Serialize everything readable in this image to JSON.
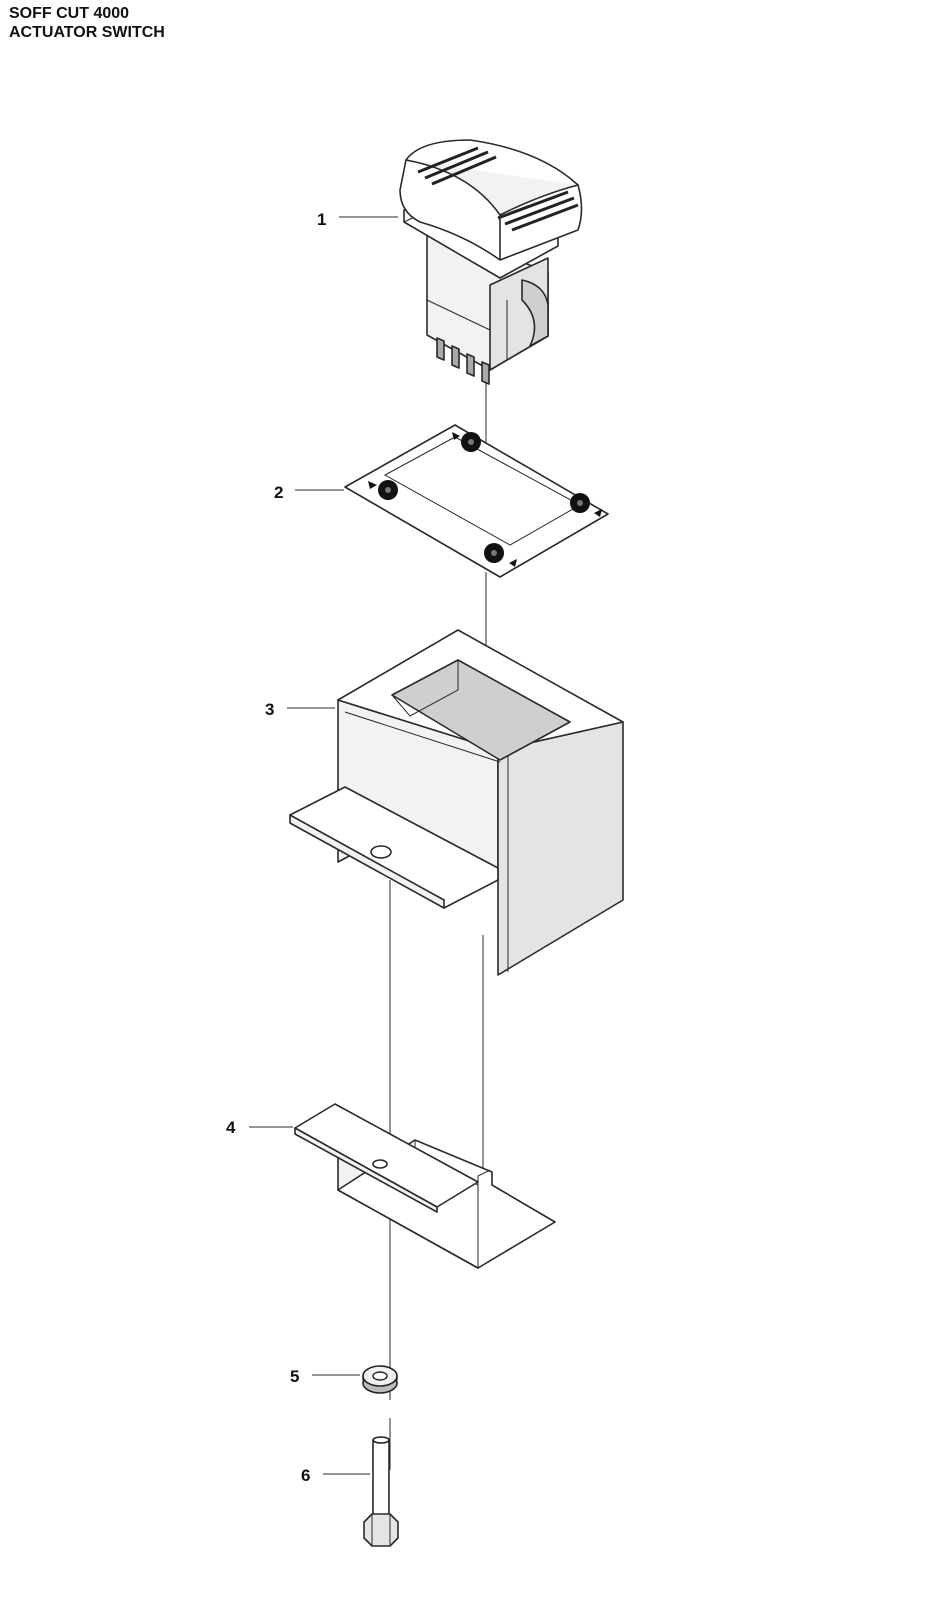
{
  "title": {
    "line1": "SOFF CUT 4000",
    "line2": "ACTUATOR SWITCH"
  },
  "callouts": [
    {
      "id": "1",
      "label": "1"
    },
    {
      "id": "2",
      "label": "2"
    },
    {
      "id": "3",
      "label": "3"
    },
    {
      "id": "4",
      "label": "4"
    },
    {
      "id": "5",
      "label": "5"
    },
    {
      "id": "6",
      "label": "6"
    }
  ]
}
